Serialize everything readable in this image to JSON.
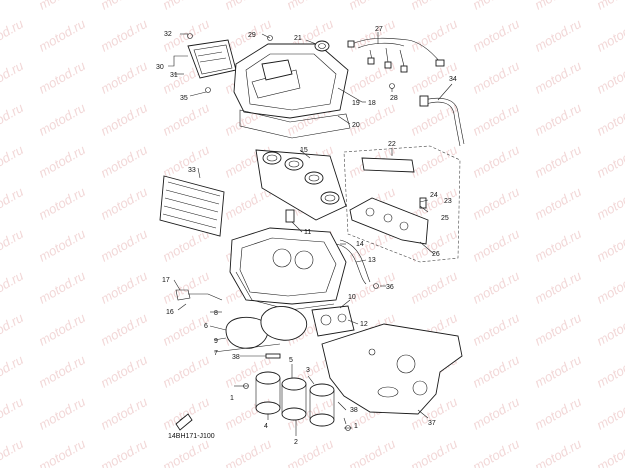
{
  "diagram_code": "14BH171-J100",
  "watermark": "motod.ru",
  "callouts": [
    {
      "id": "c1a",
      "text": "1"
    },
    {
      "id": "c1b",
      "text": "1"
    },
    {
      "id": "c2",
      "text": "2"
    },
    {
      "id": "c3",
      "text": "3"
    },
    {
      "id": "c4",
      "text": "4"
    },
    {
      "id": "c5",
      "text": "5"
    },
    {
      "id": "c6",
      "text": "6"
    },
    {
      "id": "c7",
      "text": "7"
    },
    {
      "id": "c8",
      "text": "8"
    },
    {
      "id": "c9",
      "text": "9"
    },
    {
      "id": "c10",
      "text": "10"
    },
    {
      "id": "c11",
      "text": "11"
    },
    {
      "id": "c12",
      "text": "12"
    },
    {
      "id": "c13",
      "text": "13"
    },
    {
      "id": "c14",
      "text": "14"
    },
    {
      "id": "c15",
      "text": "15"
    },
    {
      "id": "c16",
      "text": "16"
    },
    {
      "id": "c17",
      "text": "17"
    },
    {
      "id": "c18",
      "text": "18"
    },
    {
      "id": "c19",
      "text": "19"
    },
    {
      "id": "c20",
      "text": "20"
    },
    {
      "id": "c21",
      "text": "21"
    },
    {
      "id": "c22",
      "text": "22"
    },
    {
      "id": "c23",
      "text": "23"
    },
    {
      "id": "c24",
      "text": "24"
    },
    {
      "id": "c25",
      "text": "25"
    },
    {
      "id": "c26",
      "text": "26"
    },
    {
      "id": "c27",
      "text": "27"
    },
    {
      "id": "c28",
      "text": "28"
    },
    {
      "id": "c29",
      "text": "29"
    },
    {
      "id": "c30",
      "text": "30"
    },
    {
      "id": "c31",
      "text": "31"
    },
    {
      "id": "c32",
      "text": "32"
    },
    {
      "id": "c33",
      "text": "33"
    },
    {
      "id": "c34",
      "text": "34"
    },
    {
      "id": "c35",
      "text": "35"
    },
    {
      "id": "c36",
      "text": "36"
    },
    {
      "id": "c37",
      "text": "37"
    },
    {
      "id": "c38a",
      "text": "38"
    },
    {
      "id": "c38b",
      "text": "38"
    }
  ]
}
